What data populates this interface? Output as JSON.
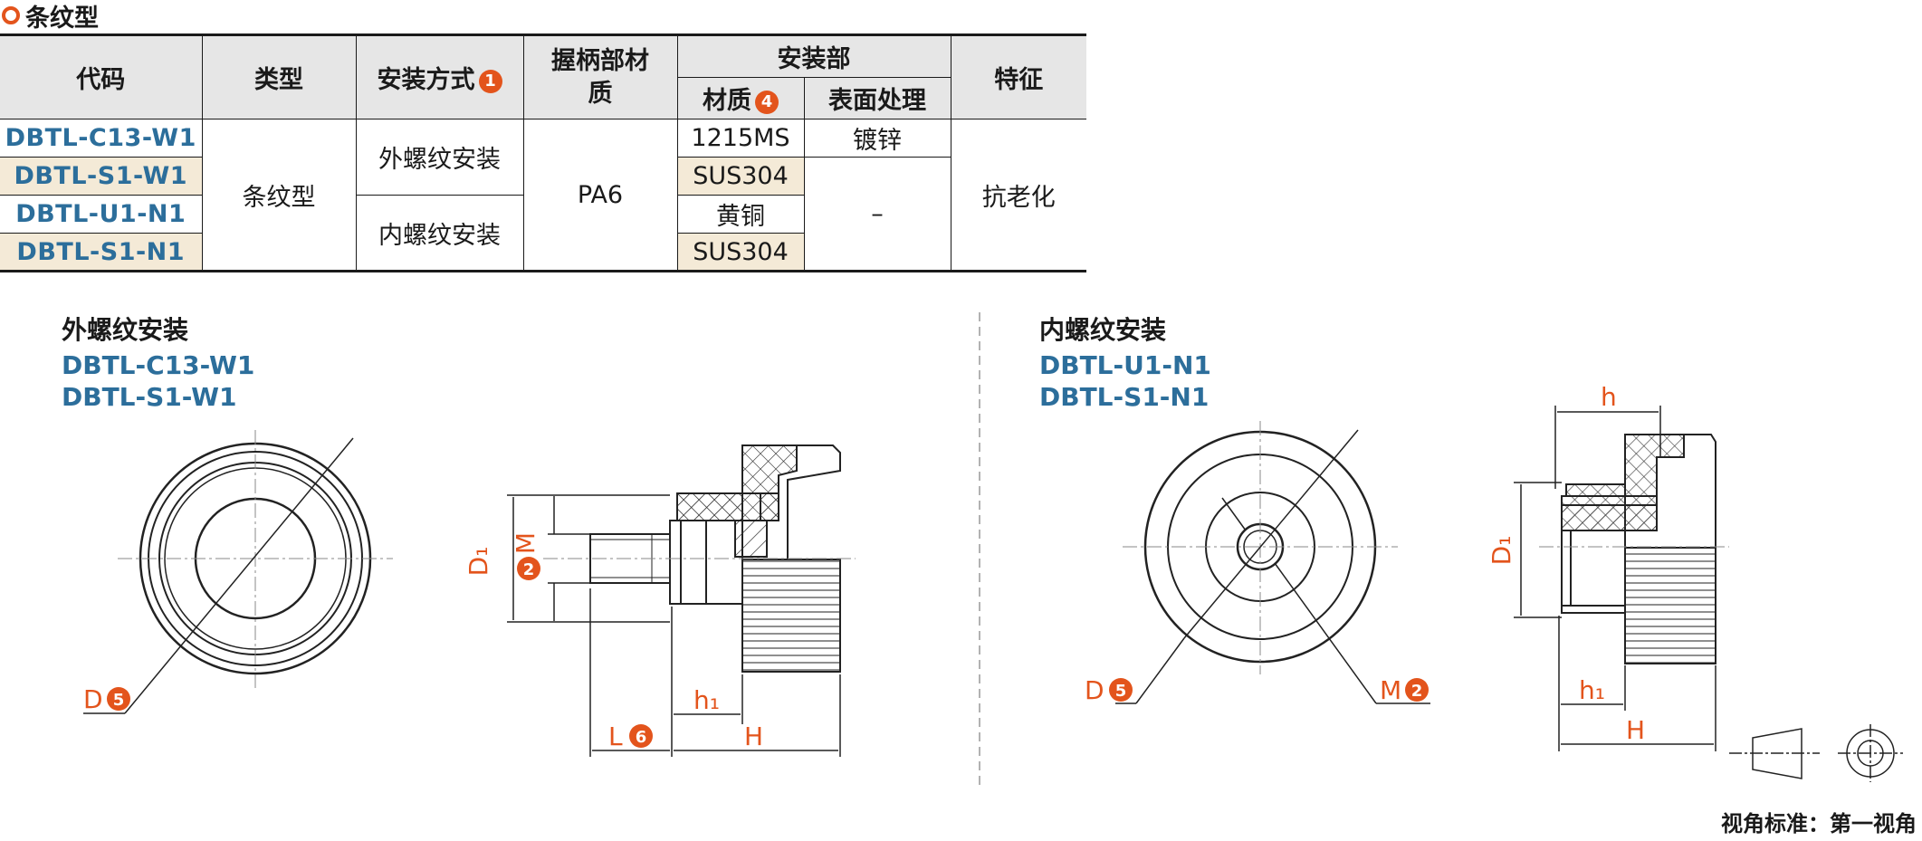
{
  "title": "条纹型",
  "table": {
    "headers": {
      "code": "代码",
      "type": "类型",
      "mount": "安装方式",
      "mount_badge": "1",
      "grip": "握柄部材质",
      "mount_part": "安装部",
      "material": "材质",
      "material_badge": "4",
      "surface": "表面处理",
      "feature": "特征"
    },
    "rows": [
      {
        "code": "DBTL-C13-W1",
        "material": "1215MS",
        "surface": "镀锌"
      },
      {
        "code": "DBTL-S1-W1",
        "material": "SUS304"
      },
      {
        "code": "DBTL-U1-N1",
        "material": "黄铜"
      },
      {
        "code": "DBTL-S1-N1",
        "material": "SUS304"
      }
    ],
    "type_value": "条纹型",
    "mount_external": "外螺纹安装",
    "mount_internal": "内螺纹安装",
    "grip_value": "PA6",
    "surface_dash": "–",
    "feature_value": "抗老化"
  },
  "left_section": {
    "title": "外螺纹安装",
    "codes": [
      "DBTL-C13-W1",
      "DBTL-S1-W1"
    ]
  },
  "right_section": {
    "title": "内螺纹安装",
    "codes": [
      "DBTL-U1-N1",
      "DBTL-S1-N1"
    ]
  },
  "dimensions": {
    "D": "D",
    "D_badge": "5",
    "D1": "D₁",
    "M": "M",
    "M_badge": "2",
    "L": "L",
    "L_badge": "6",
    "h1": "h₁",
    "H": "H",
    "h": "h"
  },
  "view_standard": "视角标准：第一视角",
  "colors": {
    "accent": "#e3541c",
    "code_blue": "#2c6e9b",
    "shade": "#f4ead7",
    "header_bg": "#e6e6e6"
  }
}
